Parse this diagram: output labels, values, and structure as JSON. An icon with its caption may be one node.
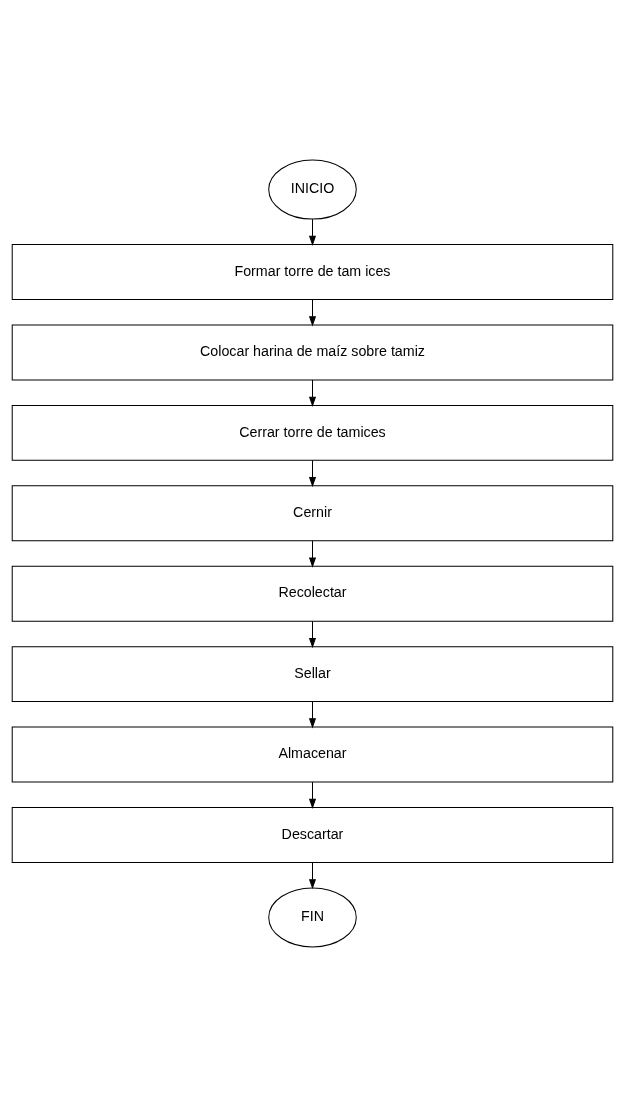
{
  "diagram": {
    "nodes": [
      {
        "text": [
          "INICIO"
        ]
      },
      {
        "text": [
          "Formar torre de tam ices"
        ]
      },
      {
        "text": [
          "Colocar harina de maíz sobre tamiz"
        ]
      },
      {
        "text": [
          "Cerrar torre de tamices"
        ]
      },
      {
        "text": [
          "Cernir"
        ]
      },
      {
        "text": [
          "Recolectar"
        ]
      },
      {
        "text": [
          "Sellar"
        ]
      },
      {
        "text": [
          "Almacenar"
        ]
      },
      {
        "text": [
          "Descartar"
        ]
      },
      {
        "text": [
          "FIN"
        ]
      }
    ],
    "edges": [
      {
        "from": 0,
        "to": 1,
        "arrow": "to"
      },
      {
        "from": 1,
        "to": 2,
        "arrow": "to"
      },
      {
        "from": 2,
        "to": 3,
        "arrow": "to"
      },
      {
        "from": 3,
        "to": 4,
        "arrow": "to"
      },
      {
        "from": 4,
        "to": 5,
        "arrow": "to"
      },
      {
        "from": 5,
        "to": 6,
        "arrow": "to"
      },
      {
        "from": 6,
        "to": 7,
        "arrow": "to"
      },
      {
        "from": 7,
        "to": 8,
        "arrow": "to"
      },
      {
        "from": 8,
        "to": 9,
        "arrow": "to"
      }
    ]
  }
}
